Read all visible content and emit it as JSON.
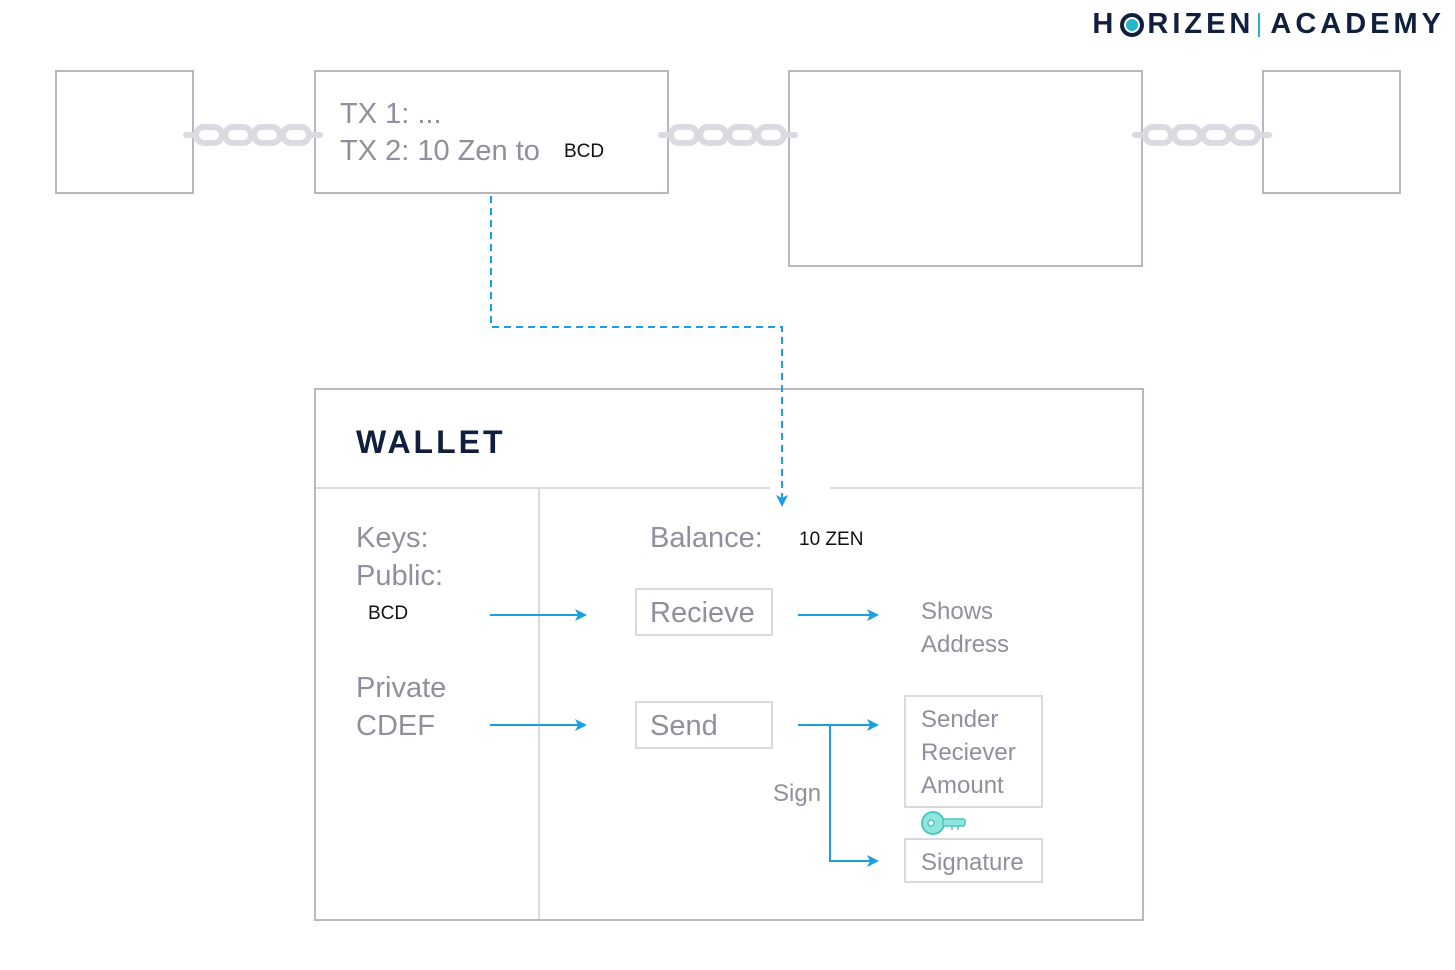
{
  "logo": {
    "left": "H",
    "right_part": "RIZEN",
    "academy": "ACADEMY"
  },
  "block": {
    "tx1": "TX 1: ...",
    "tx2": "TX 2: 10 Zen to",
    "tx2_addr": "BCD"
  },
  "wallet": {
    "title": "WALLET",
    "keys_label": "Keys:",
    "public_label": "Public:",
    "public_value": "BCD",
    "private_label": "Private",
    "private_value": "CDEF",
    "balance_label": "Balance:",
    "balance_value": "10 ZEN",
    "receive_button": "Recieve",
    "send_button": "Send",
    "shows_address": [
      "Shows",
      "Address"
    ],
    "tx_fields": [
      "Sender",
      "Reciever",
      "Amount"
    ],
    "sign_label": "Sign",
    "signature_label": "Signature"
  },
  "colors": {
    "accent_blue": "#1a9fe0",
    "border": "#b8b8c4",
    "text_grey": "#8f909c",
    "navy": "#0f1f3d",
    "teal": "#5fd6cf"
  }
}
